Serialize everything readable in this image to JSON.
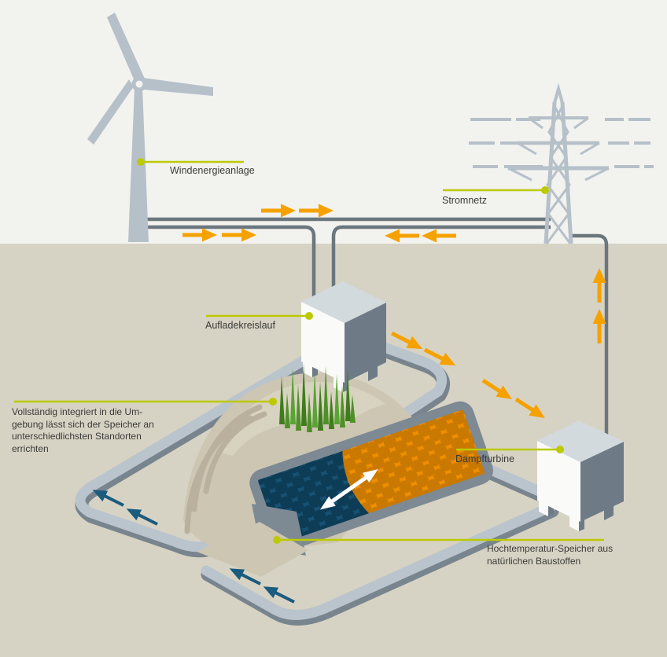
{
  "labels": {
    "wind_turbine": "Windenergieanlage",
    "grid": "Stromnetz",
    "charging_circuit": "Aufladekreislauf",
    "note_lines": [
      "Vollständig integriert in die Um-",
      "gebung lässt sich der Speicher an",
      "unterschiedlichsten Standorten",
      "errichten"
    ],
    "steam_turbine": "Dampfturbine",
    "storage_lines": [
      "Hochtemperatur-Speicher aus",
      "natürlichen Baustoffen"
    ]
  },
  "colors": {
    "sky": "#f2f2ef",
    "ground": "#d7d3c4",
    "structure": "#b6c0c9",
    "cable": "#6b767e",
    "pipeLight": "#bac4cc",
    "pipeDark": "#78848e",
    "orange": "#f5a200",
    "hotFill": "#ee8f00",
    "hotDot": "#c97800",
    "coldFill": "#175273",
    "coldDot": "#0d3c56",
    "blueArrow": "#1a5b7e",
    "leader": "#bcc903",
    "text": "#3a3a38",
    "boxFront": "#fafaf8",
    "boxTop": "#d3dade",
    "boxSide": "#6e7b86",
    "mound": "#cdc6b3",
    "moundLight": "#d9d3c1",
    "moundShade": "#b9b19d",
    "casing": "#7d8993",
    "grass": "#4f9029",
    "grassDark": "#3f7c1d",
    "grassLight": "#5aa435",
    "white": "#ffffff"
  }
}
